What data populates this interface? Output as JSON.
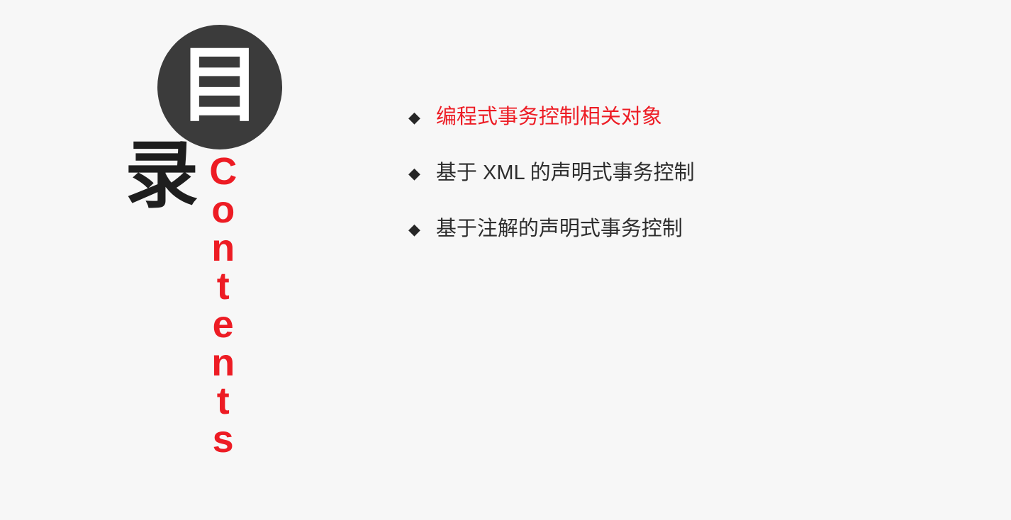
{
  "slide": {
    "background": "#f7f7f7",
    "accent": "#ed1c24",
    "badge": {
      "char": "目"
    },
    "title": {
      "char": "录"
    },
    "subtitle": "Contents",
    "items": [
      {
        "bullet": "◆",
        "label": "编程式事务控制相关对象",
        "emphasis": true
      },
      {
        "bullet": "◆",
        "label": "基于 XML 的声明式事务控制",
        "emphasis": false
      },
      {
        "bullet": "◆",
        "label": "基于注解的声明式事务控制",
        "emphasis": false
      }
    ]
  }
}
